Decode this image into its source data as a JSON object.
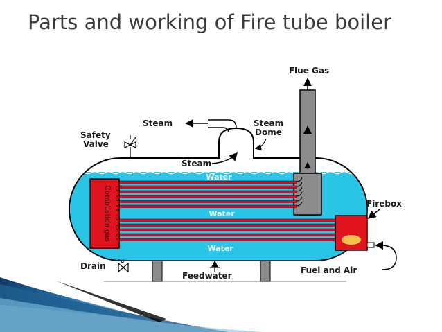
{
  "title": "Parts and working of Fire tube boiler",
  "labels": {
    "flue_gas": "Flue Gas",
    "steam_out": "Steam",
    "steam_dome_line1": "Steam",
    "steam_dome_line2": "Dome",
    "safety_valve_line1": "Safety",
    "safety_valve_line2": "Valve",
    "steam_inner": "Steam",
    "water_top": "Water",
    "water_mid": "Water",
    "water_bottom": "Water",
    "combustion_gas": "Combustion gas",
    "firebox": "Firebox",
    "drain": "Drain",
    "feedwater": "Feedwater",
    "fuel_and_air": "Fuel and Air"
  },
  "colors": {
    "water": "#29c4e6",
    "tubes": "#c8102e",
    "combustion_chamber": "#e0141e",
    "firebox": "#e0141e",
    "flame": "#f2c14e",
    "chimney": "#8c8c8c",
    "shell_outline": "#000000"
  }
}
